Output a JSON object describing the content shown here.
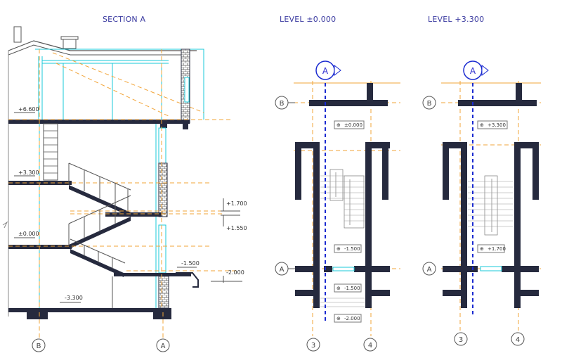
{
  "titles": {
    "section": "SECTION A",
    "level0": "LEVEL ±0.000",
    "level1": "LEVEL +3.300"
  },
  "section_marks": {
    "plus6600": "+6.600",
    "plus3300": "+3.300",
    "pm0000": "±0.000",
    "minus1500": "-1.500",
    "minus2000": "-2.000",
    "minus3300": "-3.300",
    "plus1700": "+1.700",
    "plus1550": "+1.550"
  },
  "section_axes": {
    "b": "B",
    "a": "A"
  },
  "plan0": {
    "axis_b": "B",
    "axis_a": "A",
    "axis_3": "3",
    "axis_4": "4",
    "section_marker": "A",
    "tag_top": "±0.000",
    "tag_mid": "-1.500",
    "tag_low": "-1.500",
    "tag_bottom": "-2.000"
  },
  "plan1": {
    "axis_b": "B",
    "axis_a": "A",
    "axis_3": "3",
    "axis_4": "4",
    "section_marker": "A",
    "tag_top": "+3.300",
    "tag_mid": "+1.700"
  },
  "colors": {
    "wall": "#262a3e",
    "cyan": "#18c8d8",
    "orange": "#f2a53a",
    "blue": "#1a2ad0",
    "grey": "#8d8d8d"
  }
}
